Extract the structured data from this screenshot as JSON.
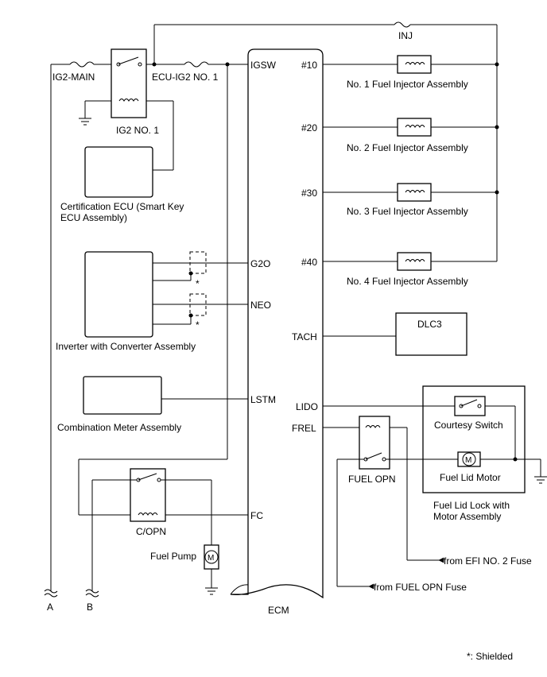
{
  "ecm": {
    "name": "ECM",
    "pins_left": {
      "igsw": "IGSW",
      "g2o": "G2O",
      "neo": "NEO",
      "lstm": "LSTM",
      "fc": "FC"
    },
    "pins_right": {
      "p10": "#10",
      "p20": "#20",
      "p30": "#30",
      "p40": "#40",
      "tach": "TACH",
      "lido": "LIDO",
      "frel": "FREL"
    }
  },
  "fuses": {
    "ig2_main": "IG2-MAIN",
    "ecu_ig2": "ECU-IG2 NO. 1",
    "inj": "INJ"
  },
  "relays": {
    "ig2": "IG2 NO. 1",
    "copn": "C/OPN",
    "fuel_opn": "FUEL OPN"
  },
  "components": {
    "cert_ecu_line1": "Certification ECU (Smart Key",
    "cert_ecu_line2": "ECU Assembly)",
    "inverter": "Inverter with Converter Assembly",
    "combo_meter": "Combination Meter Assembly",
    "fuel_pump": "Fuel Pump",
    "dlc3": "DLC3",
    "courtesy_switch": "Courtesy Switch",
    "fuel_lid_motor": "Fuel Lid Motor",
    "fuel_lid_lock_line1": "Fuel Lid Lock with",
    "fuel_lid_lock_line2": "Motor Assembly",
    "motor_symbol": "M"
  },
  "injectors": [
    "No. 1 Fuel Injector Assembly",
    "No. 2 Fuel Injector Assembly",
    "No. 3 Fuel Injector Assembly",
    "No. 4 Fuel Injector Assembly"
  ],
  "sources": {
    "efi_no2": "from EFI NO. 2 Fuse",
    "fuel_opn_fuse": "from FUEL OPN Fuse"
  },
  "connectors": {
    "a": "A",
    "b": "B"
  },
  "shield_mark": "*",
  "note": "*: Shielded"
}
